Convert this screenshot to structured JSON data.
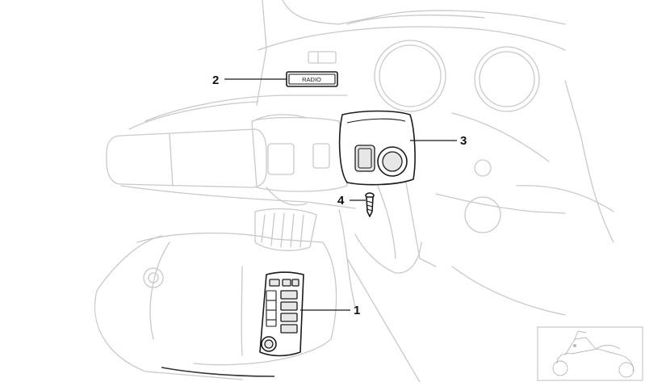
{
  "callouts": [
    {
      "id": "1",
      "label": "1"
    },
    {
      "id": "2",
      "label": "2"
    },
    {
      "id": "3",
      "label": "3"
    },
    {
      "id": "4",
      "label": "4"
    }
  ],
  "radio_plate_text": "RADIO",
  "colors": {
    "background": "#ffffff",
    "context_lines": "#c9c9c9",
    "part_lines": "#1a1a1a"
  },
  "icons": {
    "overview_thumbnail": "motorcycle-icon"
  }
}
